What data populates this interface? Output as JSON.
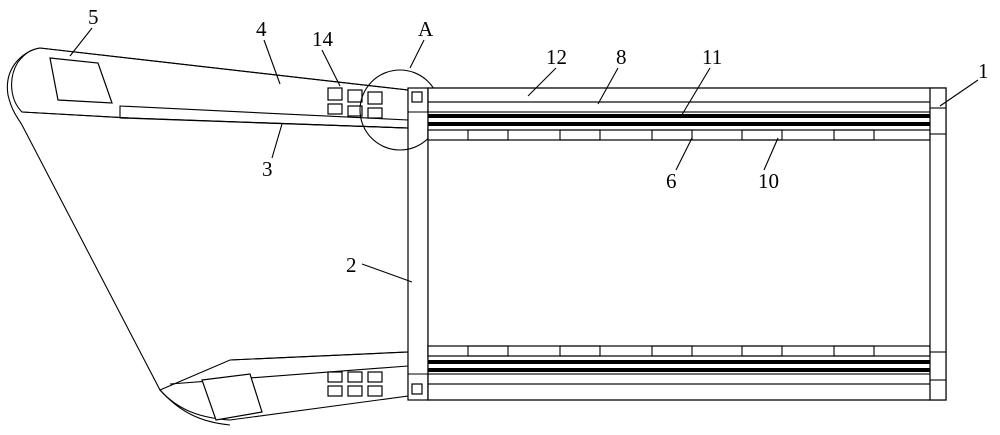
{
  "labels": {
    "l5": "5",
    "l4": "4",
    "l14": "14",
    "lA": "A",
    "l12": "12",
    "l8": "8",
    "l11": "11",
    "l1": "1",
    "l3": "3",
    "l6": "6",
    "l10": "10",
    "l2": "2"
  },
  "colors": {
    "line": "#000000",
    "background": "#ffffff"
  }
}
